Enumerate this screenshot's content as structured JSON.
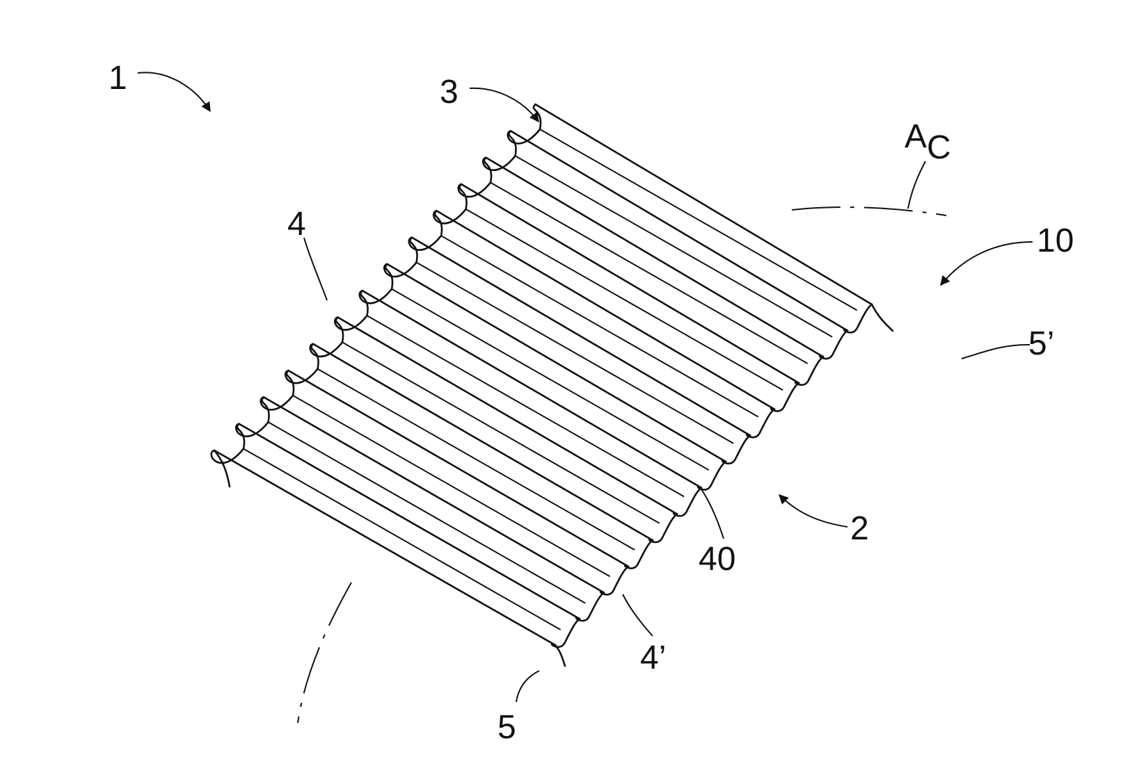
{
  "figure": {
    "labels": {
      "ref_1": "1",
      "ref_3": "3",
      "ref_4": "4",
      "ref_a": "A",
      "ref_a_sub": "C",
      "ref_10": "10",
      "ref_5_prime": "5’",
      "ref_2": "2",
      "ref_40": "40",
      "ref_4_prime": "4’",
      "ref_5": "5"
    }
  }
}
